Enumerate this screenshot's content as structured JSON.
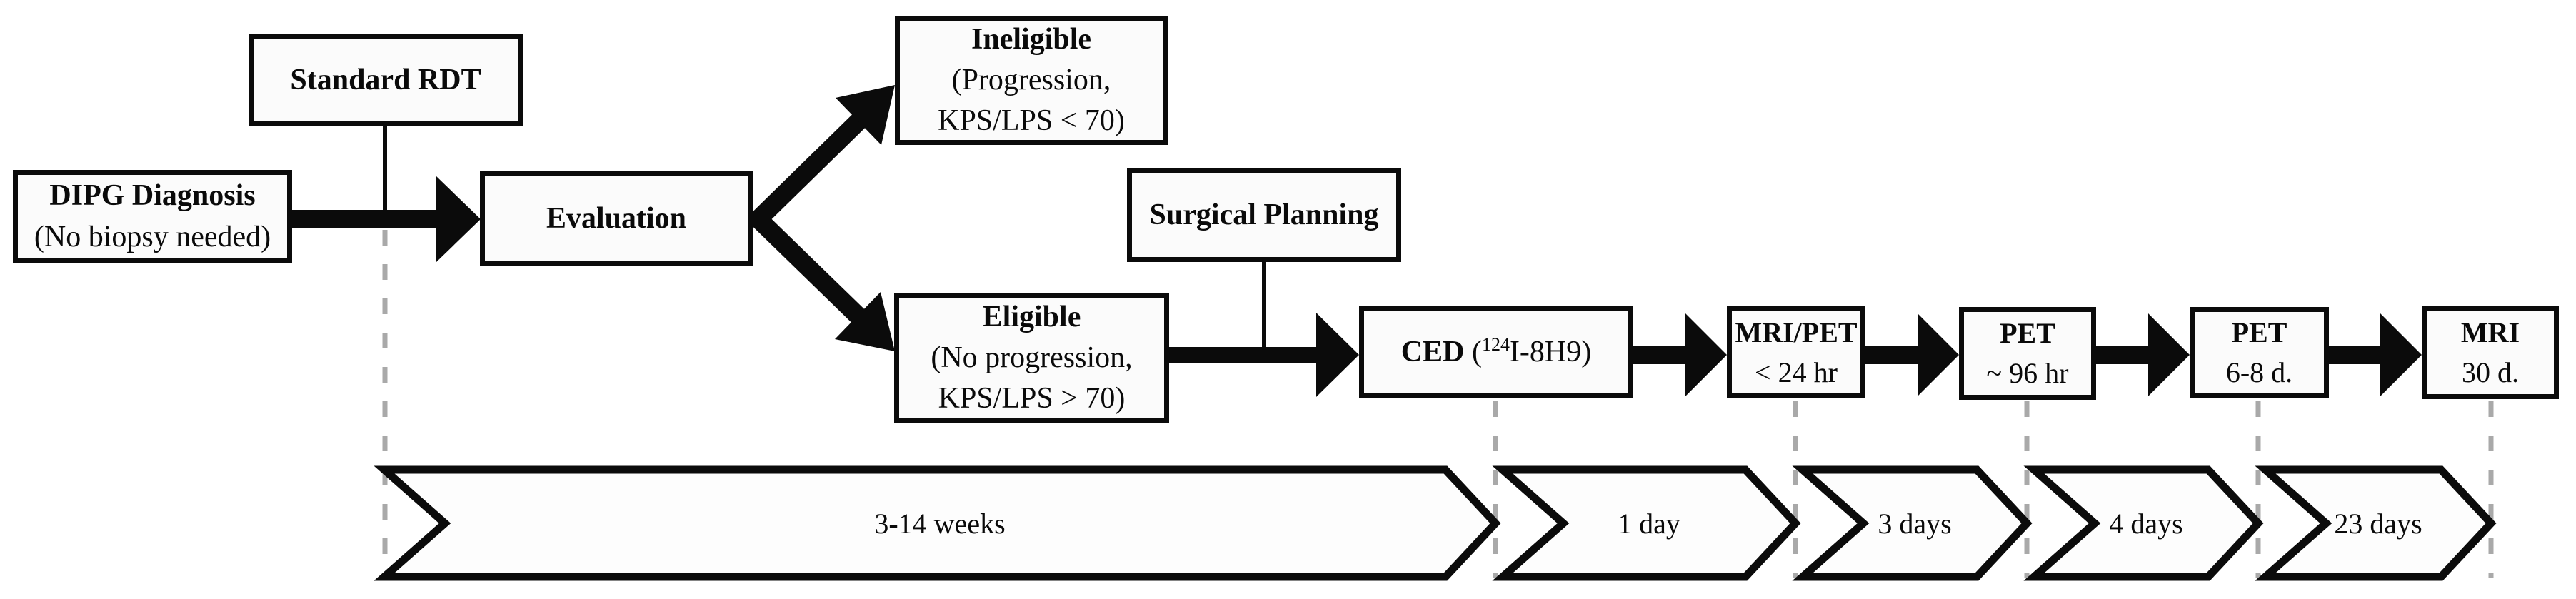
{
  "boxes": {
    "standard_rdt": {
      "label": "Standard RDT"
    },
    "dipg": {
      "title": "DIPG Diagnosis",
      "subtitle": "(No biopsy needed)"
    },
    "evaluation": {
      "label": "Evaluation"
    },
    "ineligible": {
      "title": "Ineligible",
      "line2": "(Progression,",
      "line3": "KPS/LPS < 70)"
    },
    "eligible": {
      "title": "Eligible",
      "line2": "(No progression,",
      "line3": "KPS/LPS > 70)"
    },
    "surgical_planning": {
      "label": "Surgical Planning"
    },
    "ced": {
      "name": "CED",
      "paren": " (",
      "isotope": "124",
      "agent": "I-8H9)"
    },
    "mri_pet": {
      "title": "MRI/PET",
      "subtitle": "< 24 hr"
    },
    "pet_96": {
      "title": "PET",
      "subtitle": "~ 96 hr"
    },
    "pet_6_8": {
      "title": "PET",
      "subtitle": "6-8 d."
    },
    "mri_30": {
      "title": "MRI",
      "subtitle": "30 d."
    }
  },
  "timeline": {
    "segments": [
      {
        "label": "3-14 weeks"
      },
      {
        "label": "1 day"
      },
      {
        "label": "3 days"
      },
      {
        "label": "4 days"
      },
      {
        "label": "23 days"
      }
    ]
  },
  "colors": {
    "line": "#0b0b0b",
    "box_fill": "#fbfbfb",
    "dash_gray": "#a9a9a9",
    "background": "#ffffff"
  }
}
